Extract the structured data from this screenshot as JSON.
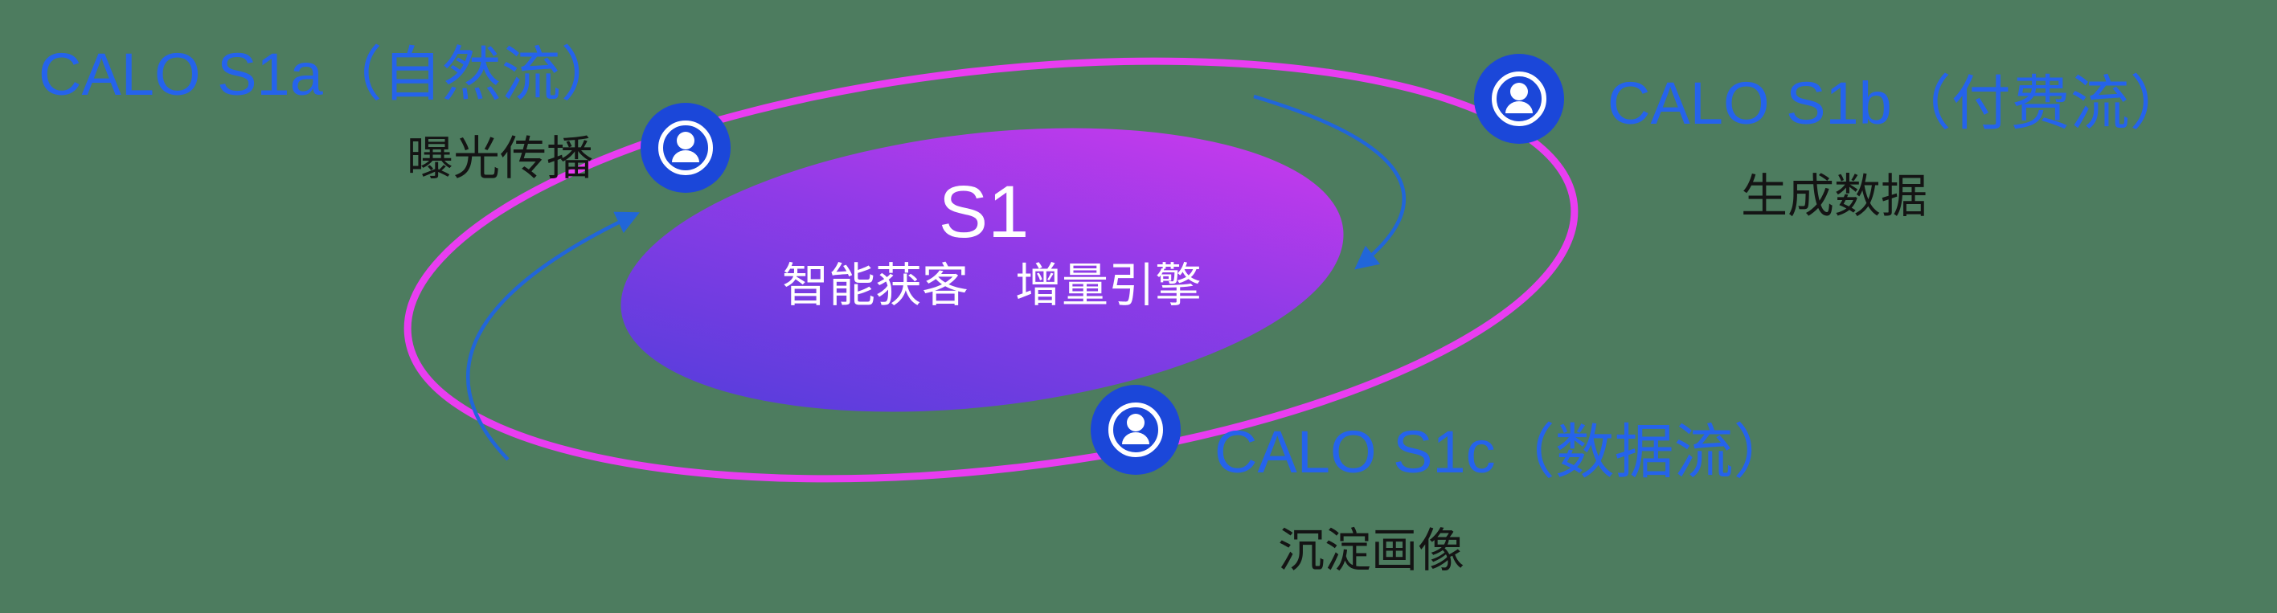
{
  "center": {
    "title": "S1",
    "subtitle": "智能获客　增量引擎"
  },
  "nodes": [
    {
      "id": "s1a",
      "label": "CALO S1a（自然流）",
      "sublabel": "曝光传播",
      "icon": "user-in-circle-icon"
    },
    {
      "id": "s1b",
      "label": "CALO S1b（付费流）",
      "sublabel": "生成数据",
      "icon": "user-in-circle-icon"
    },
    {
      "id": "s1c",
      "label": "CALO S1c（数据流）",
      "sublabel": "沉淀画像",
      "icon": "user-in-circle-icon"
    }
  ],
  "colors": {
    "canvas_bg": "#4d7c5f",
    "label_blue": "#2563eb",
    "sublabel_dark": "#141414",
    "node_blue": "#1b47d9",
    "arrow_blue": "#2166d9",
    "orbit_pink": "#e93df1",
    "grad_from": "#4a3ed9",
    "grad_mid": "#8f3be7",
    "grad_to": "#d83aee",
    "center_text": "#ffffff"
  }
}
